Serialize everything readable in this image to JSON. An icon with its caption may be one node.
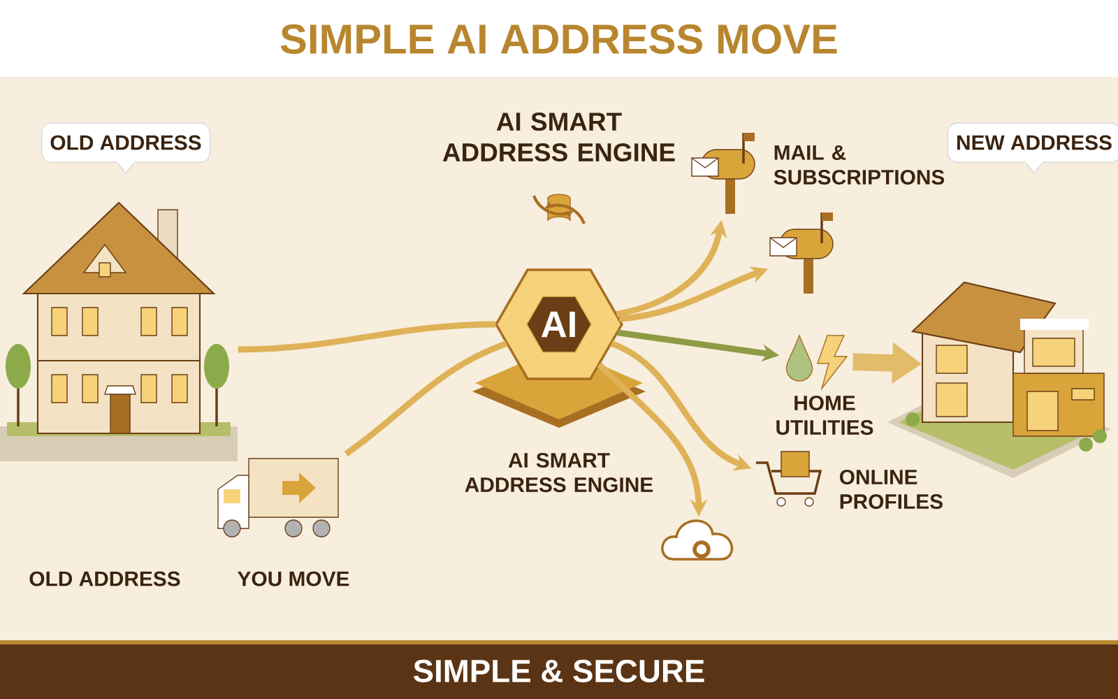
{
  "diagram": {
    "title": "SIMPLE AI ADDRESS MOVE",
    "nodes": [
      {
        "text": [
          "OLD ADDRESS"
        ]
      },
      {
        "text": [],
        "shape": "picture"
      },
      {
        "text": [],
        "shape": "picture"
      },
      {
        "text": [
          "AI"
        ],
        "beside": [
          "AI SMART ADDRESS ENGINE"
        ]
      },
      {
        "text": [],
        "shape": "picture"
      },
      {
        "text": [],
        "shape": "picture"
      },
      {
        "text": [],
        "shape": "picture",
        "beside": [
          "HOME UTILITIES"
        ]
      },
      {
        "text": [],
        "shape": "picture"
      },
      {
        "text": [],
        "shape": "picture"
      },
      {
        "text": [
          "NEW ADDRESS"
        ]
      },
      {
        "text": [],
        "shape": "picture"
      }
    ],
    "edges": [
      {
        "from": 1,
        "to": 3,
        "arrow": "none"
      },
      {
        "from": 2,
        "to": 3,
        "arrow": "none"
      },
      {
        "from": 3,
        "to": 4,
        "arrow": "to"
      },
      {
        "from": 3,
        "to": 5,
        "arrow": "to"
      },
      {
        "from": 3,
        "to": 6,
        "arrow": "to",
        "color": "#8f9a45"
      },
      {
        "from": 3,
        "to": 7,
        "arrow": "to"
      },
      {
        "from": 3,
        "to": 8,
        "arrow": "to"
      },
      {
        "from": 6,
        "to": 10,
        "arrow": "to",
        "style": "thick"
      }
    ],
    "labels": [
      "AI SMART ADDRESS ENGINE",
      "MAIL & SUBSCRIPTIONS",
      "ONLINE PROFILES",
      "OLD ADDRESS",
      "YOU MOVE",
      "SIMPLE & SECURE"
    ]
  }
}
